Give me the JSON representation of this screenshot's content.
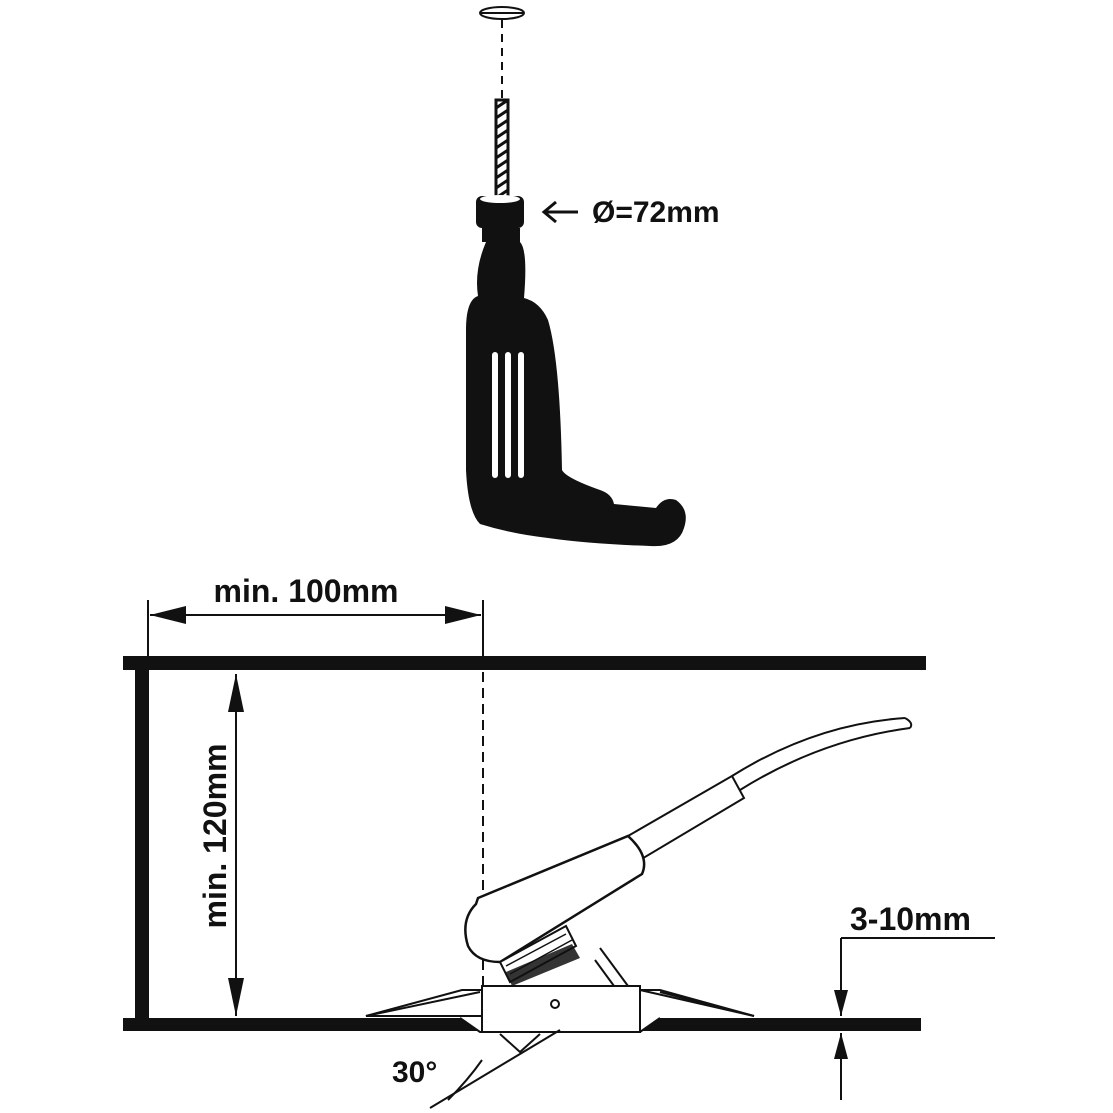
{
  "labels": {
    "hole_diameter": "Ø=72mm",
    "min_distance": "min. 100mm",
    "min_depth": "min. 120mm",
    "ceiling_thickness": "3-10mm",
    "angle": "30°"
  },
  "colors": {
    "ink": "#111111",
    "background": "#ffffff"
  }
}
